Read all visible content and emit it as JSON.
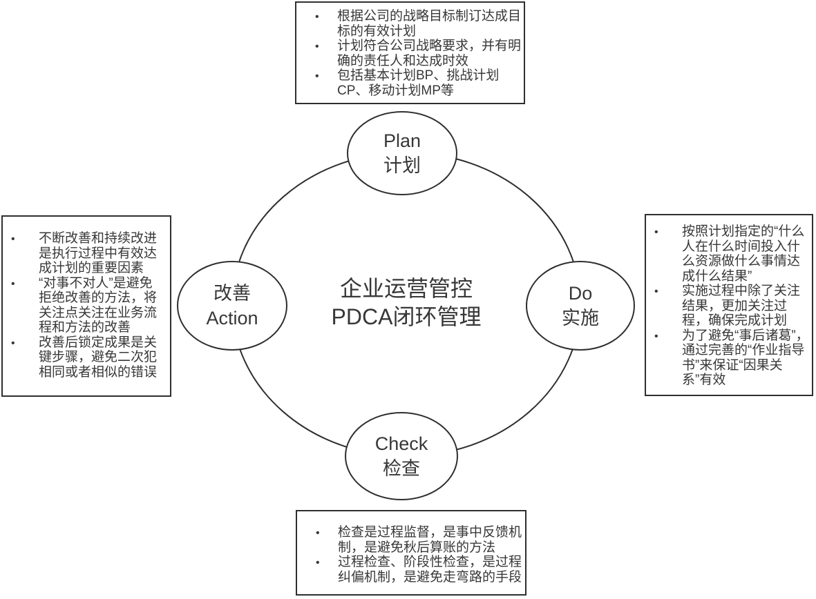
{
  "title": {
    "line1": "企业运营管控",
    "line2": "PDCA闭环管理"
  },
  "nodes": {
    "plan": {
      "en": "Plan",
      "zh": "计划"
    },
    "do": {
      "en": "Do",
      "zh": "实施"
    },
    "check": {
      "en": "Check",
      "zh": "检查"
    },
    "action": {
      "zh": "改善",
      "en": "Action"
    }
  },
  "notes": {
    "plan": {
      "bullets": [
        "根据公司的战略目标制订达成目标的有效计划",
        "计划符合公司战略要求，并有明确的责任人和达成时效",
        "包括基本计划BP、挑战计划CP、移动计划MP等"
      ]
    },
    "do": {
      "bullets": [
        "按照计划指定的“什么人在什么时间投入什么资源做什么事情达成什么结果”",
        "实施过程中除了关注结果，更加关注过程，确保完成计划",
        "为了避免“事后诸葛”，通过完善的“作业指导书”来保证“因果关系”有效"
      ]
    },
    "check": {
      "bullets": [
        "检查是过程监督，是事中反馈机制，是避免秋后算账的方法",
        "过程检查、阶段性检查，是过程纠偏机制，是避免走弯路的手段"
      ]
    },
    "action": {
      "bullets": [
        "不断改善和持续改进是执行过程中有效达成计划的重要因素",
        "“对事不对人”是避免拒绝改善的方法，将关注点关注在业务流程和方法的改善",
        "改善后锁定成果是关键步骤，避免二次犯相同或者相似的错误"
      ]
    }
  },
  "colors": {
    "stroke": "#2e2e2e",
    "text": "#373737",
    "background": "#ffffff"
  }
}
